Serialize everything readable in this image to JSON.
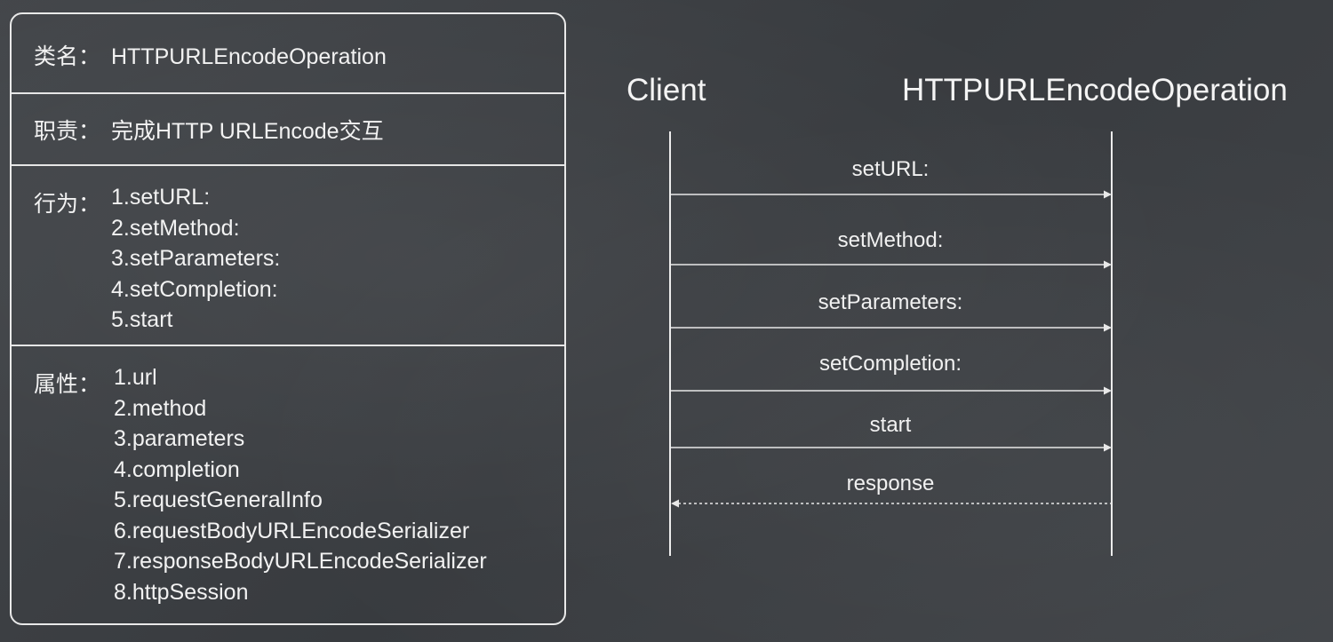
{
  "class_card": {
    "name_label": "类名：",
    "name_value": "HTTPURLEncodeOperation",
    "duty_label": "职责：",
    "duty_value": "完成HTTP URLEncode交互",
    "behavior_label": "行为：",
    "behaviors": [
      "1.setURL:",
      "2.setMethod:",
      "3.setParameters:",
      "4.setCompletion:",
      "5.start"
    ],
    "property_label": "属性：",
    "properties": [
      "1.url",
      "2.method",
      "3.parameters",
      "4.completion",
      "5.requestGeneralInfo",
      "6.requestBodyURLEncodeSerializer",
      "7.responseBodyURLEncodeSerializer",
      "8.httpSession"
    ]
  },
  "sequence": {
    "left_actor": "Client",
    "right_actor": "HTTPURLEncodeOperation",
    "messages": [
      {
        "label": "setURL:",
        "direction": "to-right",
        "style": "solid"
      },
      {
        "label": "setMethod:",
        "direction": "to-right",
        "style": "solid"
      },
      {
        "label": "setParameters:",
        "direction": "to-right",
        "style": "solid"
      },
      {
        "label": "setCompletion:",
        "direction": "to-right",
        "style": "solid"
      },
      {
        "label": "start",
        "direction": "to-right",
        "style": "solid"
      },
      {
        "label": "response",
        "direction": "to-left",
        "style": "dashed"
      }
    ]
  },
  "colors": {
    "background": "#3d4044",
    "ink": "#f2f2f2"
  }
}
